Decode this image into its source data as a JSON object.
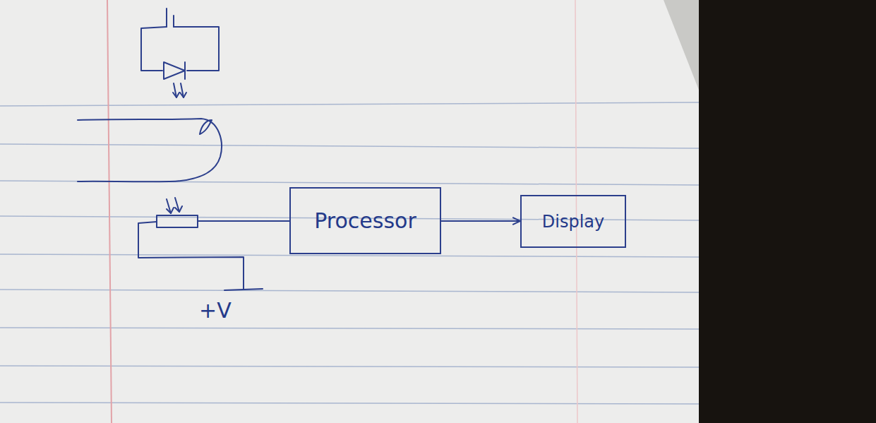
{
  "diagram": {
    "nodes": [
      {
        "text": [
          "Processor"
        ]
      },
      {
        "text": [
          "Display"
        ]
      }
    ],
    "edges": [
      {
        "from": 0,
        "to": 1,
        "arrow": "to"
      }
    ],
    "labels": [
      "+V"
    ]
  }
}
